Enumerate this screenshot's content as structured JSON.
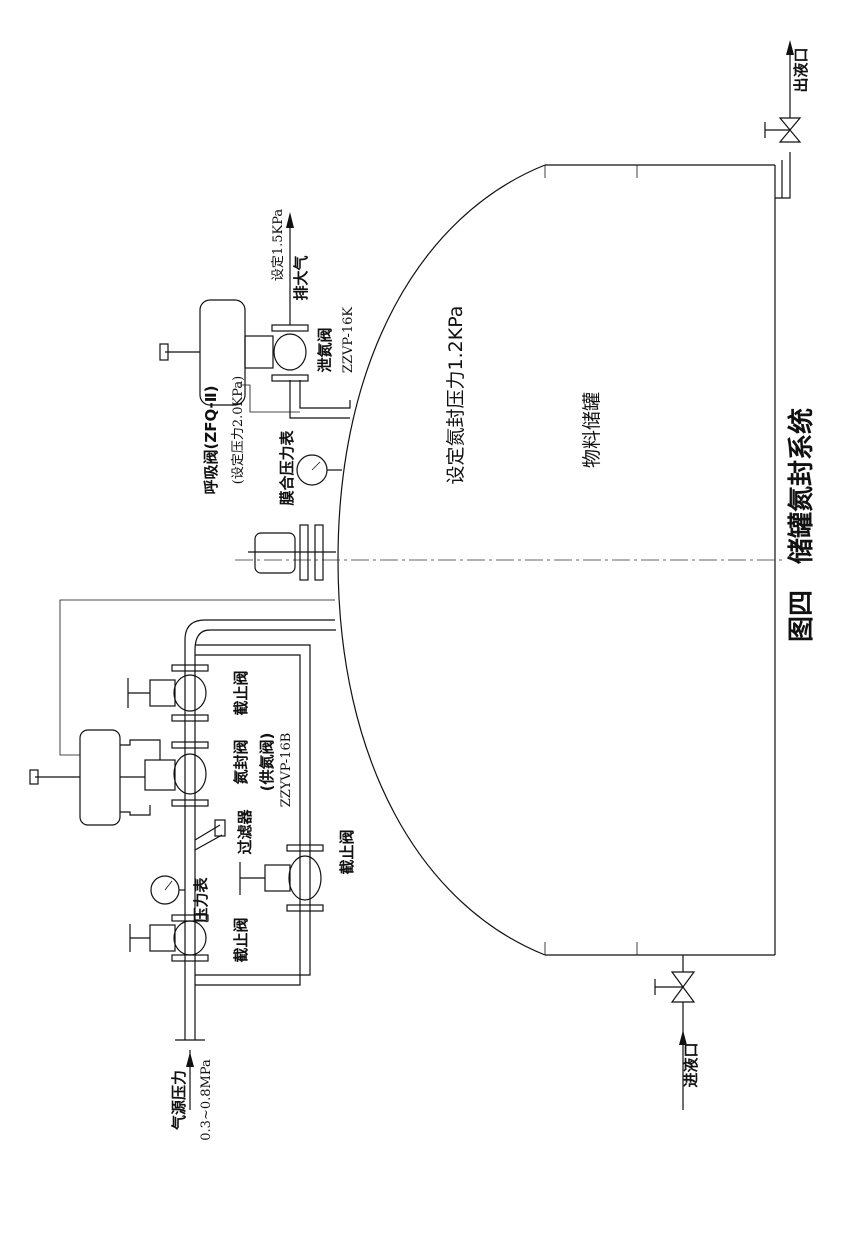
{
  "figure": {
    "title": "图四　储罐氮封系统",
    "tank_label": "物料储罐",
    "setpoint_label": "设定氮封压力1.2KPa"
  },
  "outlet": {
    "label": "出液口"
  },
  "inlet": {
    "label": "进液口"
  },
  "vent_valve": {
    "setpoint": "设定1.5KPa",
    "exhaust": "排大气",
    "name": "泄氮阀",
    "model": "ZZVP-16K"
  },
  "breather_valve": {
    "name": "呼吸阀(ZFQ-Ⅱ)",
    "setpoint": "(设定压力2.0KPa)"
  },
  "diaphragm_gauge": {
    "label": "膜合压力表"
  },
  "supply": {
    "shutoff_top": "截止阀",
    "seal_valve": "氮封阀",
    "seal_valve_alt": "(供氮阀)",
    "seal_model": "ZZYVP-16B",
    "filter": "过滤器",
    "gauge": "压力表",
    "shutoff_left": "截止阀",
    "shutoff_bypass": "截止阀",
    "source_label": "气源压力",
    "source_range": "0.3~0.8MPa"
  }
}
